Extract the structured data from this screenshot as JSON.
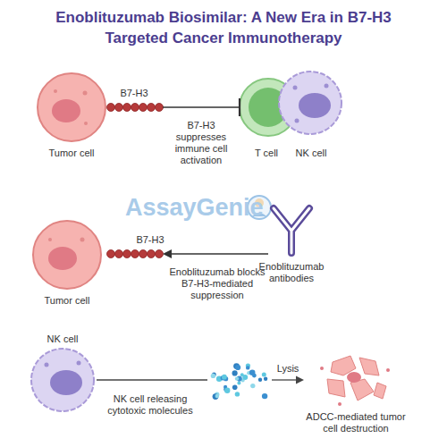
{
  "diagram": {
    "title": "Enoblituzumab Biosimilar: A New Era in B7-H3 Targeted Cancer Immunotherapy",
    "nodes": [
      {
        "text": [
          "Tumor cell"
        ]
      },
      {
        "text": [
          "T cell"
        ]
      },
      {
        "text": [
          "NK cell"
        ]
      },
      {
        "text": [
          "Tumor cell"
        ]
      },
      {
        "text": [
          "Enoblituzumab antibodies"
        ]
      },
      {
        "text": [
          "NK cell"
        ]
      },
      {
        "text": [
          "ADCC-mediated tumor cell destruction"
        ]
      }
    ],
    "edges": [
      {
        "from": 0,
        "to": 1,
        "arrow": "to",
        "label": "B7-H3 suppresses immune cell activation"
      },
      {
        "from": 4,
        "to": 3,
        "arrow": "to",
        "label": "Enoblituzumab blocks B7-H3-mediated suppression"
      }
    ],
    "labels": [
      "B7-H3",
      "B7-H3",
      "AssayGenie",
      "NK cell releasing cytotoxic molecules",
      "Lysis"
    ]
  }
}
